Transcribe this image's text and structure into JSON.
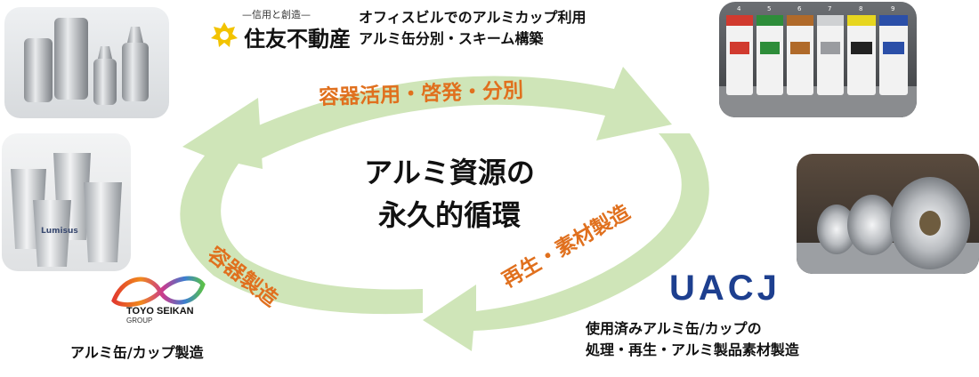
{
  "center": {
    "line1": "アルミ資源の",
    "line2": "永久的循環"
  },
  "arrows": {
    "top": "容器活用・啓発・分別",
    "right": "再生・素材製造",
    "left": "容器製造"
  },
  "partners": {
    "sumitomo": {
      "logo_tagline": "—信用と創造—",
      "logo_name": "住友不動産",
      "caption_line1": "オフィスビルでのアルミカップ利用",
      "caption_line2": "アルミ缶分別・スキーム構築"
    },
    "uacj": {
      "logo_name": "UACJ",
      "caption_line1": "使用済みアルミ缶/カップの",
      "caption_line2": "処理・再生・アルミ製品素材製造"
    },
    "toyo": {
      "logo_name": "TOYO SEIKAN",
      "logo_group": "GROUP",
      "caption": "アルミ缶/カップ製造"
    }
  },
  "photos": {
    "cups_brand": "Lumisus",
    "bins_numbers": [
      "4",
      "5",
      "6",
      "7",
      "8",
      "9"
    ]
  },
  "colors": {
    "arrow": "#cfe5b8",
    "arrow_text": "#e0701e",
    "sumitomo_yellow": "#f2c300",
    "uacj_blue": "#1d3f8f"
  }
}
